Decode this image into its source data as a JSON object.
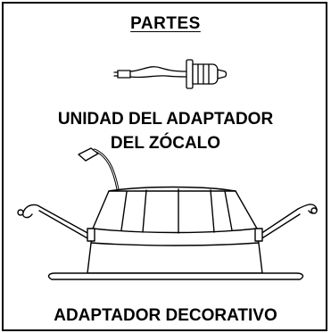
{
  "parts": {
    "heading": "PARTES",
    "items": [
      {
        "name_line1": "UNIDAD DEL ADAPTADOR",
        "name_line2": "DEL ZÓCALO",
        "icon": "socket-adapter-icon"
      },
      {
        "name_line1": "ADAPTADOR DECORATIVO",
        "icon": "trim-adapter-icon"
      }
    ]
  },
  "colors": {
    "ink": "#000000",
    "background": "#ffffff"
  }
}
